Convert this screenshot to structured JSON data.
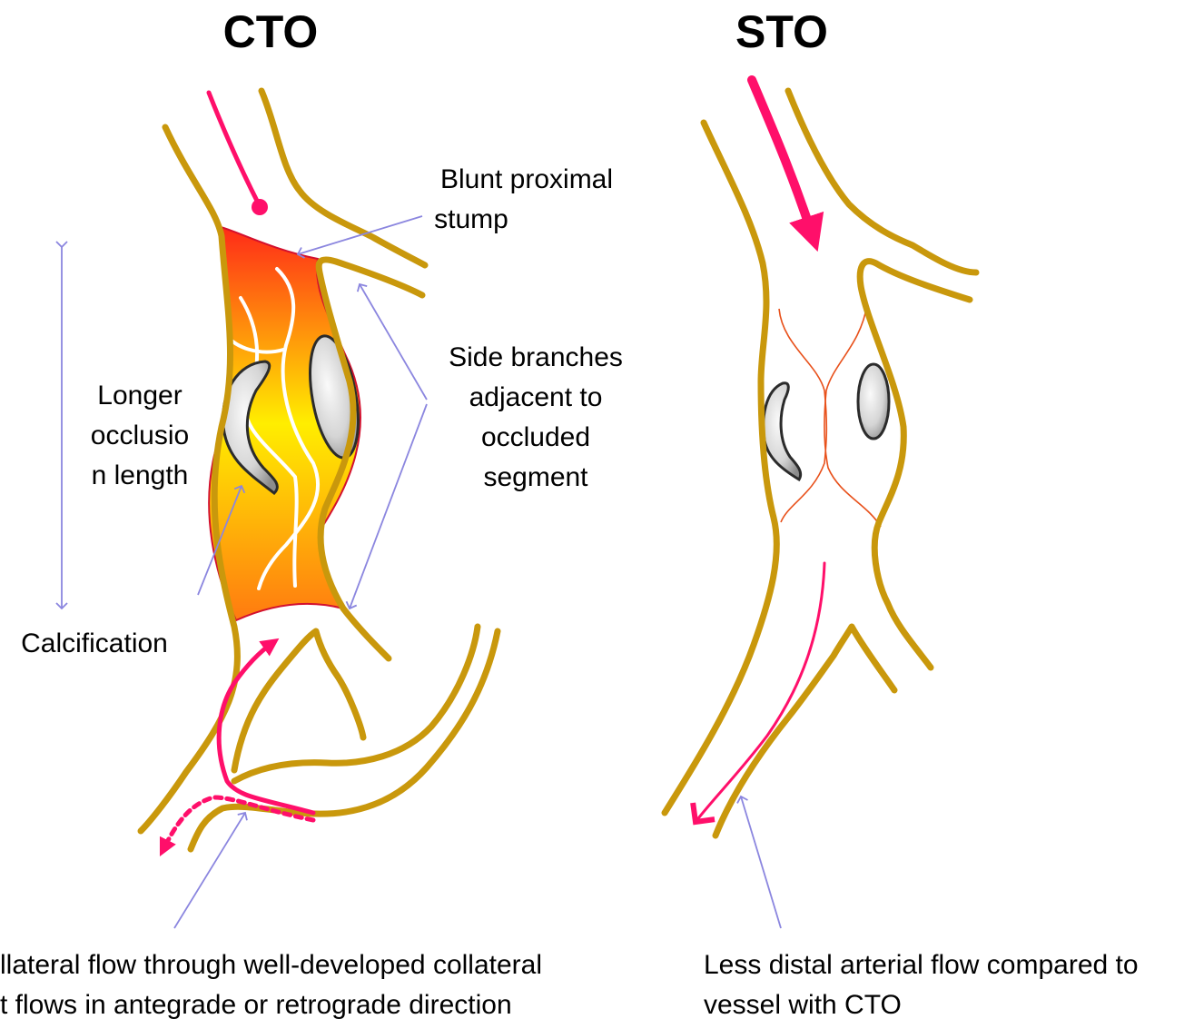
{
  "panels": {
    "cto": {
      "title": "CTO",
      "labels": {
        "stump_1": "Blunt proximal",
        "stump_2": "stump",
        "branches_1": "Side branches",
        "branches_2": "adjacent to",
        "branches_3": "occluded",
        "branches_4": "segment",
        "length_1": "Longer",
        "length_2": "occlusio",
        "length_3": "n length",
        "calc": "Calcification",
        "collat_1": "llateral flow through well-developed collateral",
        "collat_2": "t flows in antegrade or retrograde direction"
      }
    },
    "sto": {
      "title": "STO",
      "labels": {
        "distal_1": "Less distal arterial flow compared to",
        "distal_2": "vessel with CTO"
      }
    }
  },
  "colors": {
    "vessel_wall": "#c9980c",
    "flow_arrow": "#ff0f6a",
    "pointer_line": "#8b86df",
    "occlusion_top": "#ff2a18",
    "occlusion_mid": "#ffee00"
  }
}
